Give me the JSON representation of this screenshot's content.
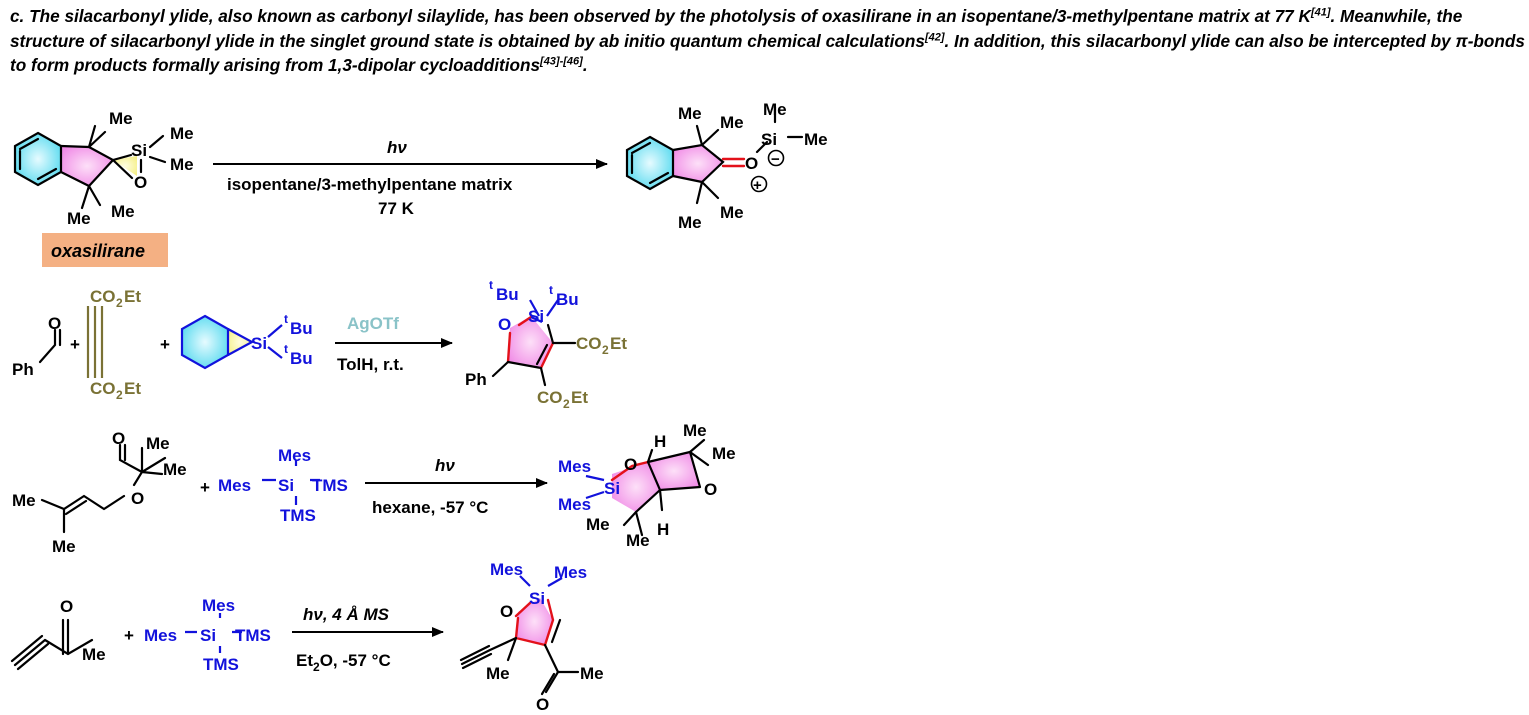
{
  "intro": {
    "label": "c. ",
    "s1": "The silacarbonyl ylide, also known as carbonyl silaylide, has been observed by the photolysis of oxasilirane in an isopentane/3-methylpentane matrix at 77 K",
    "ref1": "[41]",
    "s2": ". Meanwhile, the structure of silacarbonyl ylide in the singlet ground state is obtained by ab initio quantum chemical calculations",
    "ref2": "[42]",
    "s3": ". In addition, this silacarbonyl ylide can also be intercepted by π-bonds to form products formally arising from 1,3-dipolar cycloadditions",
    "ref3": "[43]-[46]",
    "s4": "."
  },
  "atoms": {
    "me": "Me",
    "si": "Si",
    "o": "O",
    "h": "H",
    "ph": "Ph",
    "et": "Et",
    "co": "CO",
    "two": "2",
    "t": "t",
    "bu": "Bu",
    "mes": "Mes",
    "tms": "TMS",
    "plus": "+",
    "minus": "−",
    "dash": "–"
  },
  "schemes": {
    "s1": {
      "reagent": "hν",
      "condition1": "isopentane/3-methylpentane matrix",
      "condition2": "77 K",
      "label": "oxasilirane",
      "label_bg": "#f4b083"
    },
    "s2": {
      "reagent": "AgOTf",
      "condition": "TolH, r.t."
    },
    "s3": {
      "reagent": "hν",
      "condition": "hexane, -57 °C"
    },
    "s4": {
      "reagent": "hν, 4 Å MS",
      "condition_pre": "Et",
      "condition_sub": "2",
      "condition_post": "O, -57 °C"
    }
  },
  "colors": {
    "black": "#000000",
    "blue": "#1212dc",
    "olive": "#7a7235",
    "red": "#e3111a",
    "teal": "#8ac3c8",
    "pink": "#f08ae6",
    "cyan": "#4fd8ee",
    "yellow": "#f5f08a"
  }
}
